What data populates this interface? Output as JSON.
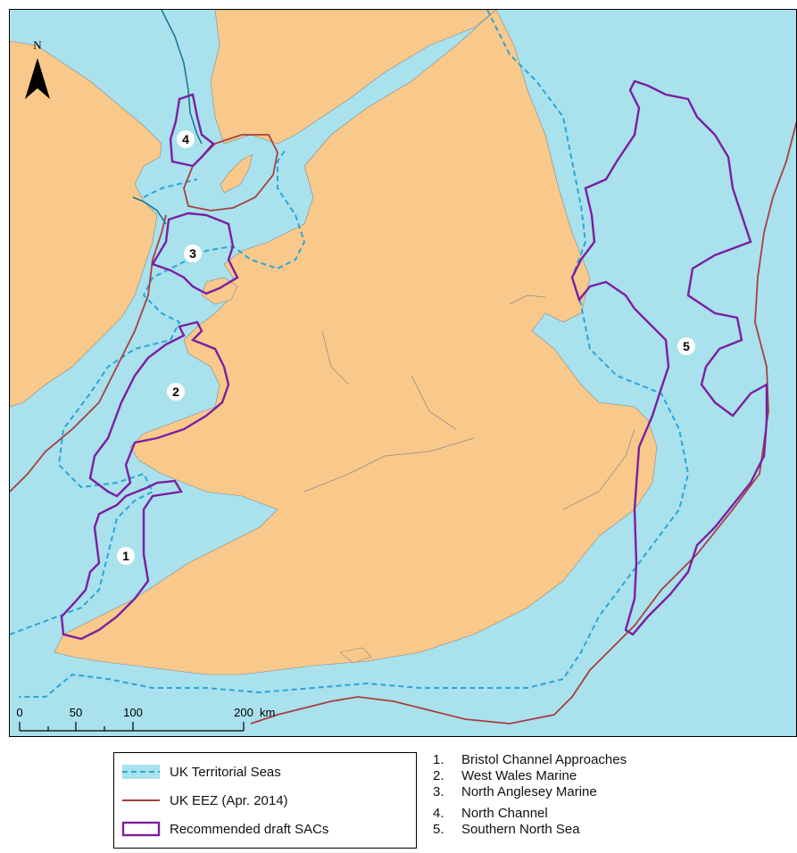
{
  "map": {
    "north_label": "N",
    "scale": {
      "ticks": [
        "0",
        "50",
        "100",
        "200"
      ],
      "unit": "km"
    },
    "site_markers": [
      {
        "num": "1"
      },
      {
        "num": "2"
      },
      {
        "num": "3"
      },
      {
        "num": "4"
      },
      {
        "num": "5"
      }
    ],
    "colors": {
      "sea": "#a9e1ed",
      "land": "#f8c98a",
      "territorial_seas": "#2aa6d9",
      "eez": "#a7403f",
      "sac": "#7b1fa2"
    }
  },
  "legend": {
    "items": [
      {
        "label": "UK Territorial Seas",
        "icon": "dashed-line-icon"
      },
      {
        "label": "UK EEZ (Apr. 2014)",
        "icon": "solid-line-icon"
      },
      {
        "label": "Recommended draft SACs",
        "icon": "polygon-outline-icon"
      }
    ]
  },
  "sites": [
    {
      "num": "1.",
      "name": "Bristol Channel Approaches"
    },
    {
      "num": "2.",
      "name": "West Wales Marine"
    },
    {
      "num": "3.",
      "name": "North Anglesey Marine"
    },
    {
      "num": "4.",
      "name": "North Channel"
    },
    {
      "num": "5.",
      "name": "Southern North Sea"
    }
  ]
}
